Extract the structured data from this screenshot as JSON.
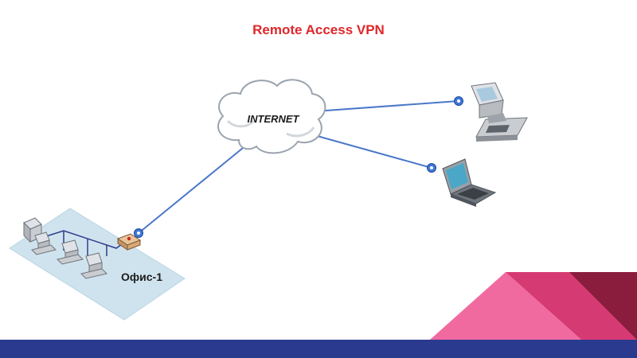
{
  "slide": {
    "title": "Remote Access VPN"
  },
  "diagram": {
    "cloud_label": "INTERNET",
    "office_label": "Офис-1"
  },
  "colors": {
    "title": "#e0262a",
    "link_line": "#4a78c8",
    "footer_bar": "#2a3a8f",
    "deco_pink_light": "#f06aa0",
    "deco_pink_mid": "#d63a72",
    "deco_maroon": "#8a1c3e",
    "office_area": "#cfe3ee"
  },
  "icons": [
    "cloud-icon",
    "desktop-computer-icon",
    "laptop-icon",
    "vpn-endpoint-icon",
    "router-icon",
    "server-icon"
  ]
}
